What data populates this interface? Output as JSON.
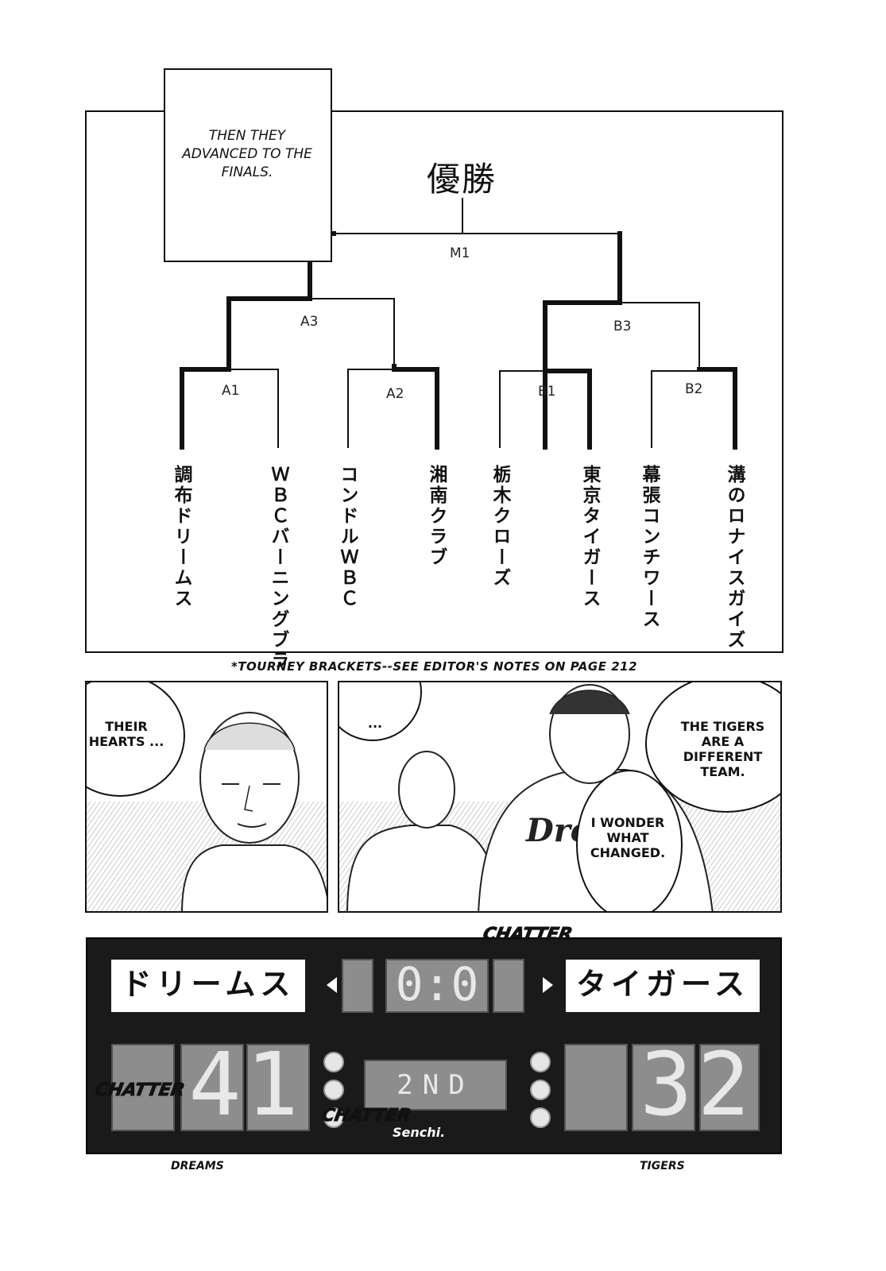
{
  "caption": "THEN THEY ADVANCED TO THE FINALS.",
  "bracket": {
    "title": "優勝",
    "nodes": {
      "M1": "M1",
      "A3": "A3",
      "B3": "B3",
      "A1": "A1",
      "A2": "A2",
      "B1": "B1",
      "B2": "B2"
    },
    "teams": [
      "調布ドリームス",
      "ＷＢＣバーニングブラ",
      "コンドルＷＢＣ",
      "湘南クラブ",
      "栃木クローズ",
      "東京タイガース",
      "幕張コンチワース",
      "溝のロナイスガイズ"
    ]
  },
  "editor_note": "*TOURNEY BRACKETS--SEE EDITOR'S NOTES ON PAGE 212",
  "panel_left": {
    "bubble": "THEIR HEARTS ..."
  },
  "panel_right": {
    "bubble_dots": "...",
    "bubble_tigers": "THE TIGERS ARE A DIFFERENT TEAM.",
    "bubble_wonder": "I WONDER WHAT CHANGED.",
    "jersey": "Dream"
  },
  "scoreboard": {
    "home_name": "ドリームス",
    "away_name": "タイガース",
    "fouls": "0:0",
    "home_score": "41",
    "away_score": "32",
    "period": "2ND",
    "brand": "Senchi.",
    "sfx_top": "CHATTER",
    "sfx_left": "CHATTER",
    "sfx_mid": "CHATTER"
  },
  "labels": {
    "home": "DREAMS",
    "away": "TIGERS"
  }
}
